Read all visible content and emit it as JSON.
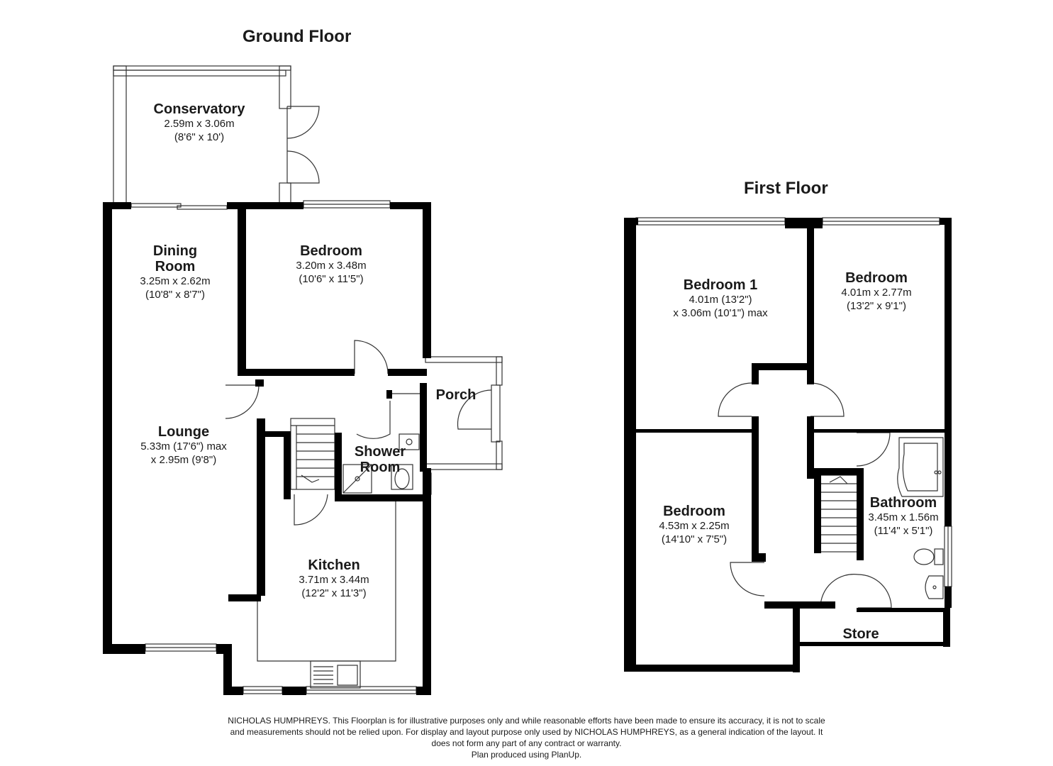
{
  "floors": {
    "ground": {
      "title": "Ground Floor",
      "rooms": {
        "conservatory": {
          "name": "Conservatory",
          "dim_metric": "2.59m x 3.06m",
          "dim_imperial": "(8'6\" x 10')"
        },
        "dining_room": {
          "name_line1": "Dining",
          "name_line2": "Room",
          "dim_metric": "3.25m x 2.62m",
          "dim_imperial": "(10'8\" x 8'7\")"
        },
        "bedroom": {
          "name": "Bedroom",
          "dim_metric": "3.20m x 3.48m",
          "dim_imperial": "(10'6\" x 11'5\")"
        },
        "porch": {
          "name": "Porch"
        },
        "lounge": {
          "name": "Lounge",
          "dim_line1": "5.33m (17'6\") max",
          "dim_line2": "x 2.95m (9'8\")"
        },
        "shower_room": {
          "name_line1": "Shower",
          "name_line2": "Room"
        },
        "kitchen": {
          "name": "Kitchen",
          "dim_metric": "3.71m x 3.44m",
          "dim_imperial": "(12'2\" x 11'3\")"
        }
      }
    },
    "first": {
      "title": "First Floor",
      "rooms": {
        "bedroom1": {
          "name": "Bedroom 1",
          "dim_line1": "4.01m (13'2\")",
          "dim_line2": "x 3.06m (10'1\") max"
        },
        "bedroom_right": {
          "name": "Bedroom",
          "dim_metric": "4.01m x 2.77m",
          "dim_imperial": "(13'2\" x 9'1\")"
        },
        "bedroom_left": {
          "name": "Bedroom",
          "dim_metric": "4.53m x 2.25m",
          "dim_imperial": "(14'10\" x 7'5\")"
        },
        "bathroom": {
          "name": "Bathroom",
          "dim_metric": "3.45m x 1.56m",
          "dim_imperial": "(11'4\" x 5'1\")"
        },
        "store": {
          "name": "Store"
        }
      }
    }
  },
  "disclaimer": {
    "line1": "NICHOLAS HUMPHREYS. This Floorplan is for illustrative purposes only and while reasonable efforts have been made to ensure its accuracy, it is not to scale",
    "line2": "and measurements should not be relied upon. For display and layout purpose only used by NICHOLAS HUMPHREYS, as a general indication of the layout. It",
    "line3": "does not form any part of any contract or warranty.",
    "line4": "Plan produced using PlanUp."
  },
  "colors": {
    "wall": "#000000",
    "line": "#333333",
    "background": "#ffffff",
    "text": "#1a1a1a"
  }
}
